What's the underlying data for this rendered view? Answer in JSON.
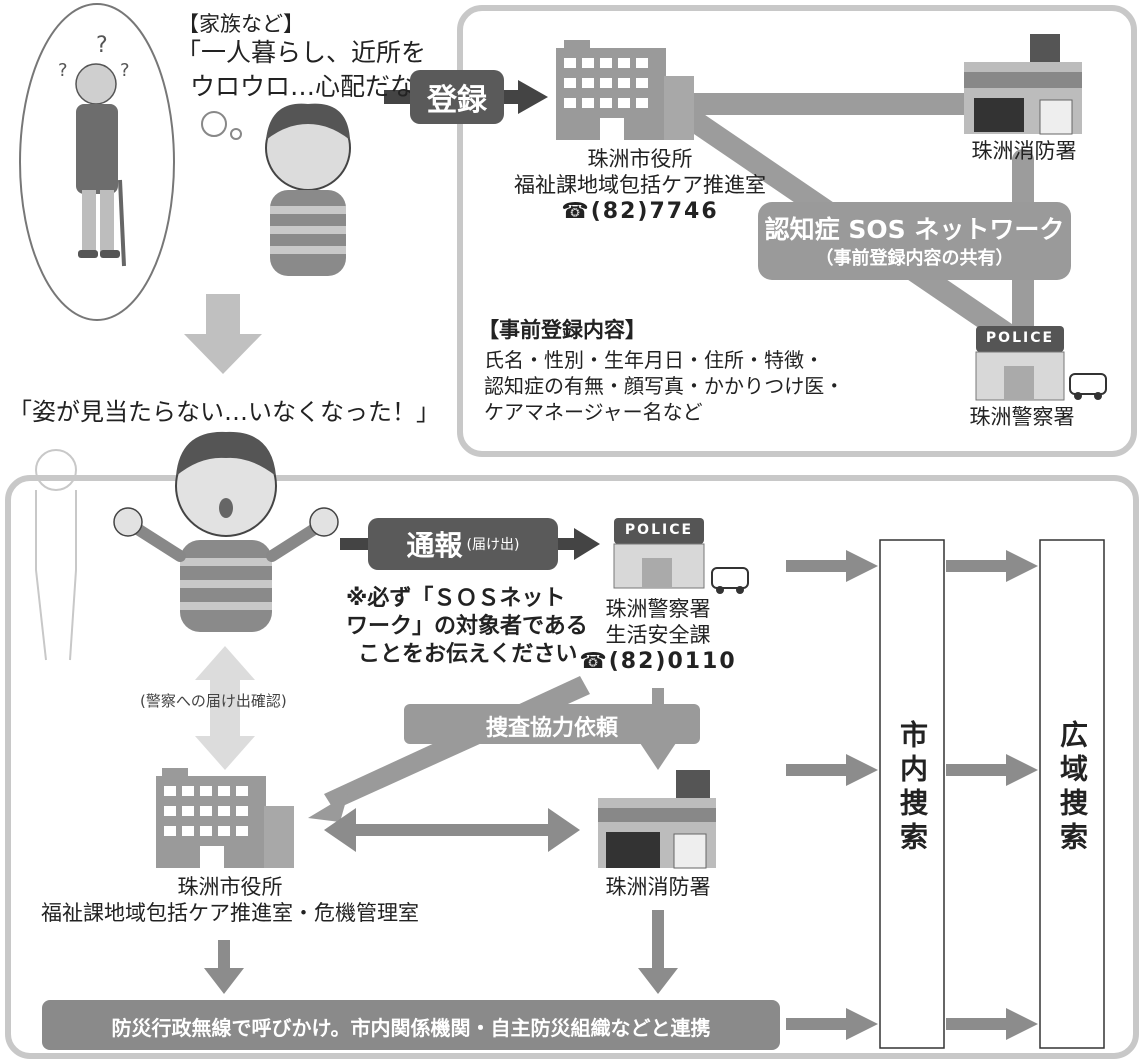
{
  "top": {
    "family_heading": "【家族など】",
    "family_quote_1": "「一人暮らし、近所を",
    "family_quote_2": "ウロウロ…心配だな」",
    "register_label": "登録",
    "city_hall_name": "珠洲市役所",
    "city_hall_dept": "福祉課地域包括ケア推進室",
    "city_hall_phone": "☎(82)7746",
    "fire_station_top": "珠洲消防署",
    "network_title": "認知症 SOS ネットワーク",
    "network_sub": "（事前登録内容の共有）",
    "prereg_heading": "【事前登録内容】",
    "prereg_line1": "氏名・性別・生年月日・住所・特徴・",
    "prereg_line2": "認知症の有無・顔写真・かかりつけ医・",
    "prereg_line3": "ケアマネージャー名など",
    "police_sign": "POLICE",
    "police_top_name": "珠洲警察署"
  },
  "middle": {
    "missing_quote": "「姿が見当たらない…いなくなった！」"
  },
  "bottom": {
    "report_label": "通報",
    "report_sub": "(届け出)",
    "note_line1": "※必ず「ＳＯＳネット",
    "note_line2": "ワーク」の対象者である",
    "note_line3": "ことをお伝えください",
    "police_sign": "POLICE",
    "police_name": "珠洲警察署",
    "police_dept": "生活安全課",
    "police_phone": "☎(82)0110",
    "confirm_label": "(警察への届け出確認)",
    "cooperation_label": "捜査協力依頼",
    "city_hall_name": "珠洲市役所",
    "city_hall_dept": "福祉課地域包括ケア推進室・危機管理室",
    "fire_station_name": "珠洲消防署",
    "bottom_bar": "防災行政無線で呼びかけ。市内関係機関・自主防災組織などと連携",
    "city_search": "市内捜索",
    "wide_search": "広域捜索"
  }
}
